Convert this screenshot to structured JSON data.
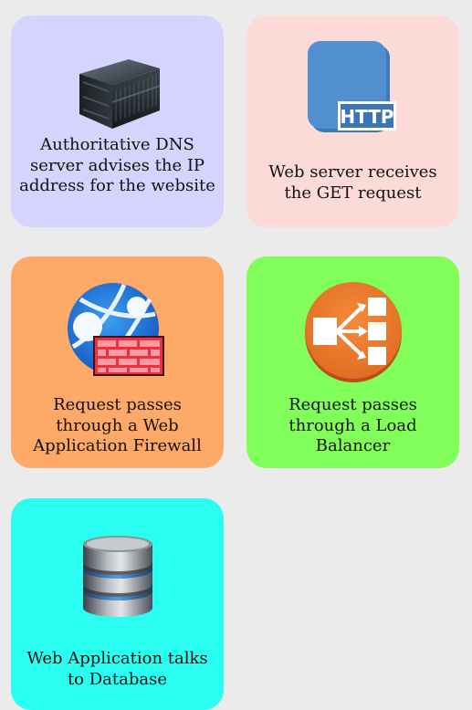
{
  "cards": [
    {
      "label": "Authoritative DNS server advises the IP address for the website",
      "icon": "server-icon",
      "color": "#d4d4fe"
    },
    {
      "label": "Web server receives the GET request",
      "icon": "http-icon",
      "color": "#fcdad8"
    },
    {
      "label": "Request passes through a Web Application Firewall",
      "icon": "firewall-icon",
      "color": "#fea967"
    },
    {
      "label": "Request passes through a Load Balancer",
      "icon": "load-balancer-icon",
      "color": "#81fe59"
    },
    {
      "label": "Web Application talks to Database",
      "icon": "database-icon",
      "color": "#29fef0"
    }
  ],
  "http_badge": "HTTP"
}
